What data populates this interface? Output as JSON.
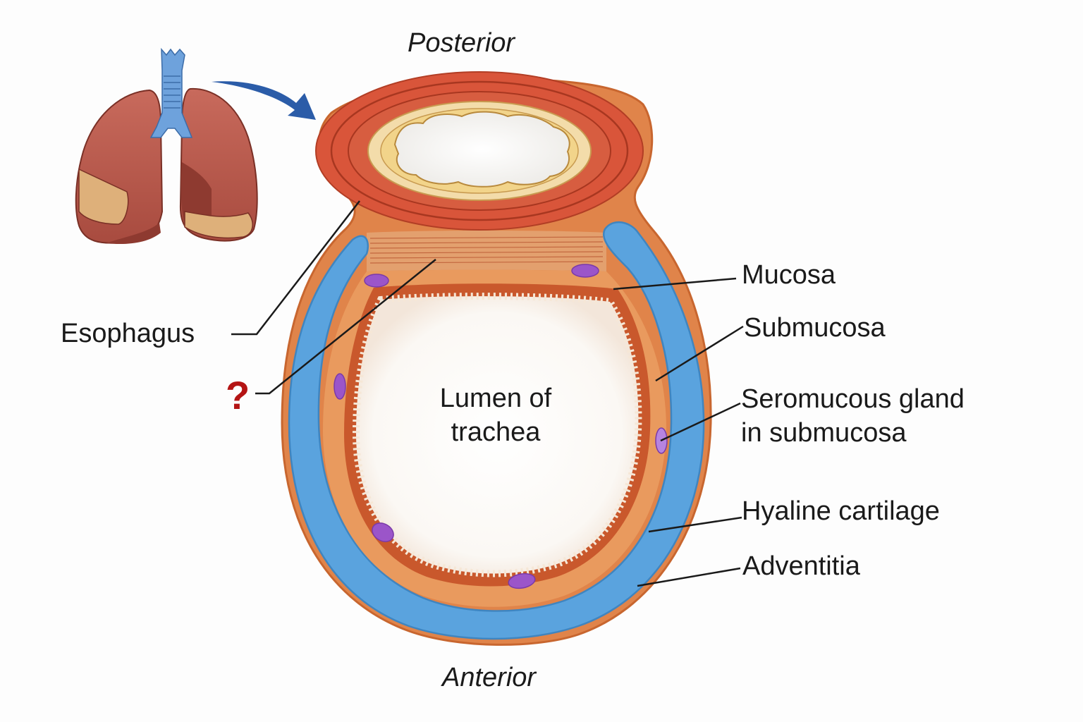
{
  "orientation": {
    "top": "Posterior",
    "bottom": "Anterior"
  },
  "lumen_label": [
    "Lumen of",
    "trachea"
  ],
  "labels": {
    "esophagus": "Esophagus",
    "unknown": "?",
    "mucosa": "Mucosa",
    "submucosa": "Submucosa",
    "seromucous_gland": [
      "Seromucous gland",
      "in submucosa"
    ],
    "hyaline_cartilage": "Hyaline cartilage",
    "adventitia": "Adventitia"
  },
  "inset": {
    "subject": "lungs-with-trachea",
    "arrow_target": "trachea-cross-section"
  },
  "colors": {
    "adventitia": "#e0844a",
    "cartilage": "#5aa3de",
    "submucosa": "#e99a5e",
    "mucosa_edge": "#c9582c",
    "esophagus_muscle": "#d9553a",
    "esophagus_outer": "#e0844a",
    "esophagus_lining": "#f2d48a",
    "gland": "#9b55c9",
    "trachealis": "#e3a06e",
    "lung": "#b9574a",
    "lung_dark": "#8e3a30",
    "lung_pale": "#deb07a",
    "trachea_icon": "#6ea2dc",
    "arrow": "#2b5ca8",
    "question_mark": "#b41414",
    "leader_line": "#1a1a1a"
  }
}
